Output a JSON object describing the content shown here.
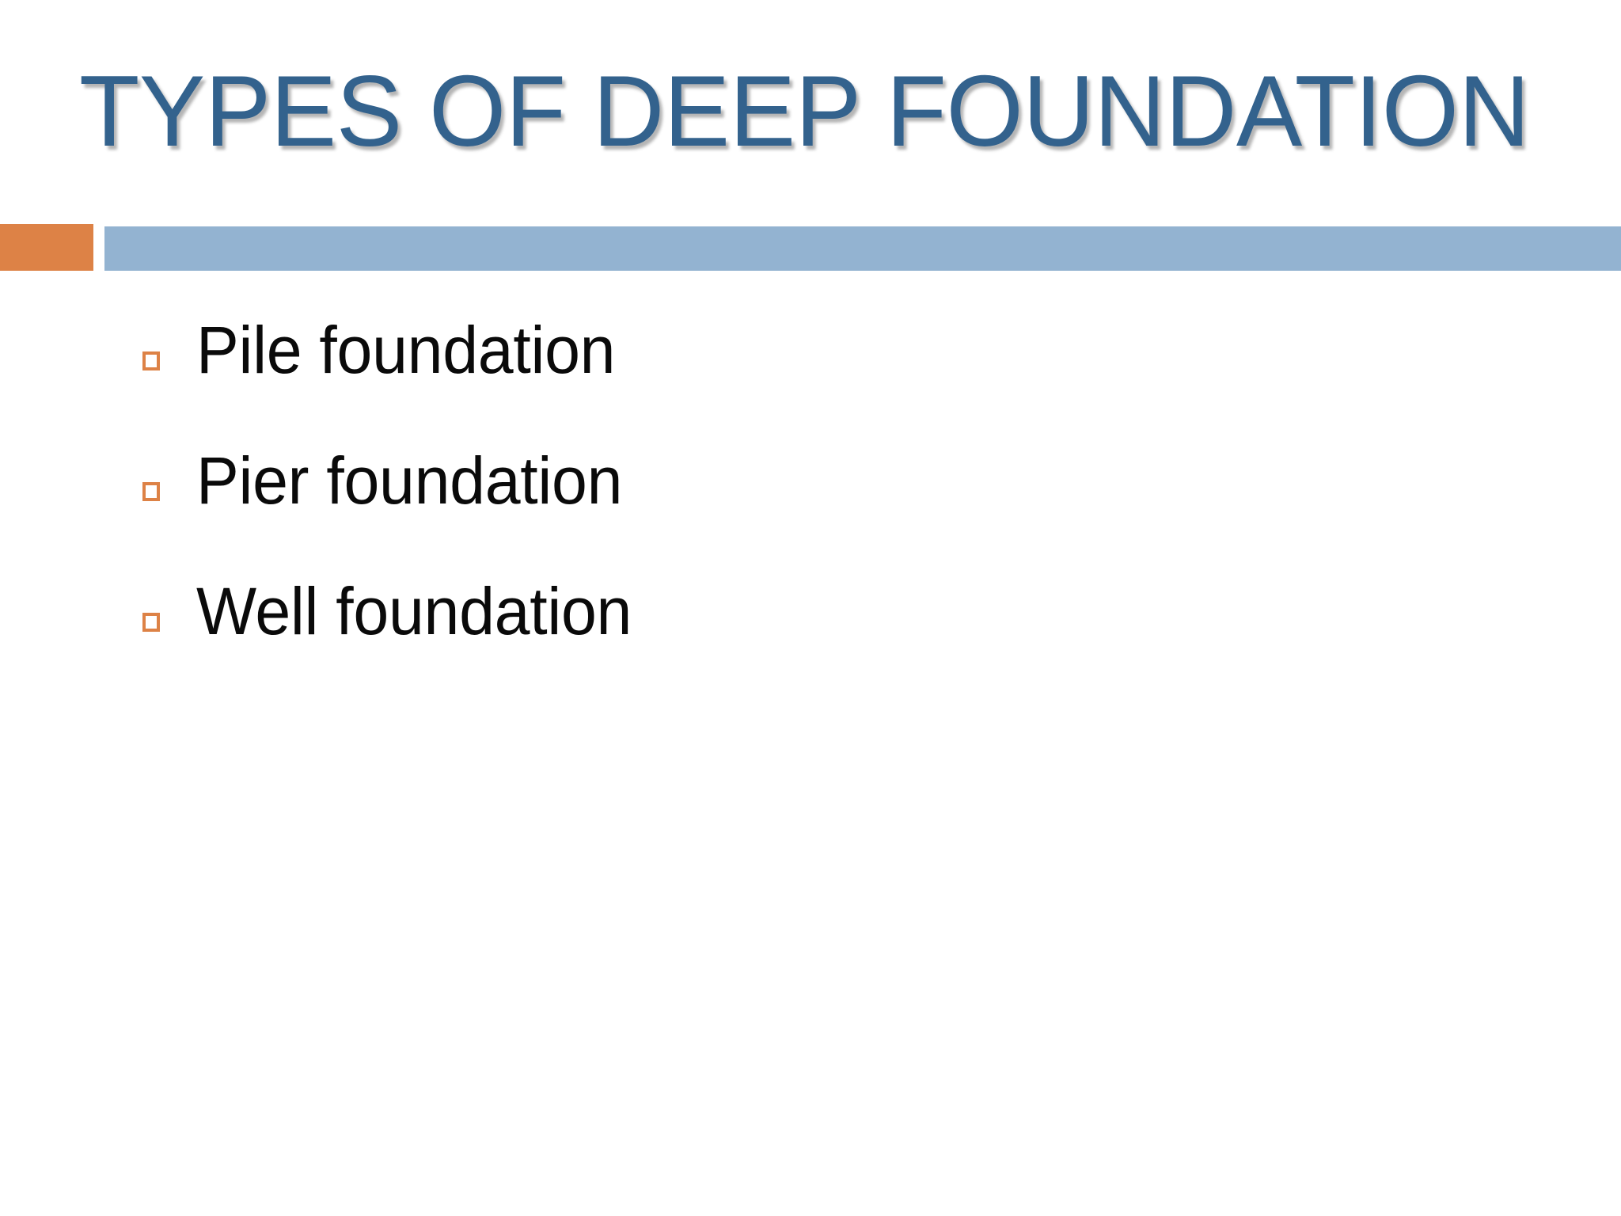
{
  "slide": {
    "title": "TYPES OF DEEP FOUNDATION",
    "background_color": "#FFFFFF",
    "title_color": "#33628D",
    "accent_orange": "#DD8246",
    "accent_blue": "#93B3D1",
    "body_text_color": "#0A0A0A"
  },
  "divider": {
    "orange_block_label": "orange-accent-block",
    "blue_bar_label": "blue-divider-bar"
  },
  "body": {
    "bullet_glyph": "hollow-square",
    "items": [
      {
        "label": "Pile foundation"
      },
      {
        "label": "Pier foundation"
      },
      {
        "label": "Well foundation"
      }
    ]
  }
}
